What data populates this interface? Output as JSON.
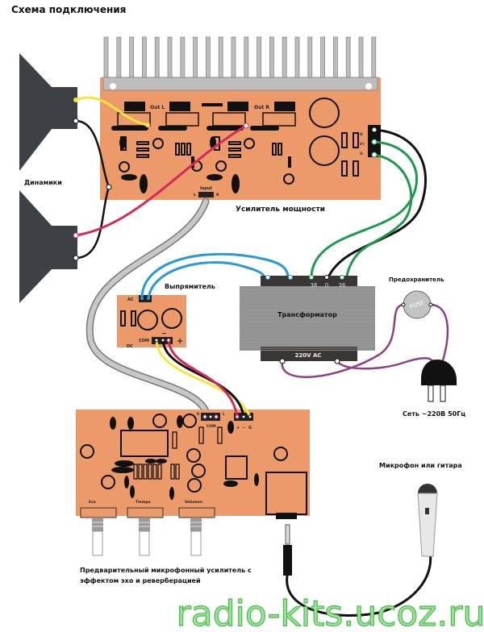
{
  "title": "Схема подключения",
  "speakers": {
    "label": "Динамики"
  },
  "power_amp": {
    "label": "Усилитель мощности",
    "out_left": "Out L",
    "out_right": "Out R",
    "input_label": "Input",
    "input_l": "L",
    "input_r": "R",
    "terminal_g": "G",
    "terminal_vplus": "V+",
    "terminal_vminus": "V-"
  },
  "rectifier": {
    "label": "Выпрямитель",
    "ac": "AC",
    "dc": "DC",
    "com": "COM",
    "minus": "−",
    "plus": "+"
  },
  "transformer": {
    "label": "Трансформатор",
    "secondary": [
      "36",
      "0",
      "36"
    ],
    "primary": "220V AC"
  },
  "fuse": {
    "label": "Предохранитель",
    "glyph": "FUSE"
  },
  "mains": {
    "label": "Сеть ~220В 50Гц"
  },
  "preamp": {
    "label_line1": "Предварительный микрофонный усилитель с",
    "label_line2": "эффектом эхо и реверберацией",
    "knobs": [
      "Eco",
      "Tiempo",
      "Volumen"
    ],
    "input_r": "R",
    "input_l": "L",
    "com": "COM",
    "plus": "+",
    "minus": "−",
    "g": "G"
  },
  "microphone": {
    "label": "Микрофон или гитара"
  },
  "watermark": "radio-kits.ucoz.ru",
  "colors": {
    "pcb": "#ec9a6a",
    "heatsink": "#bdbdbd",
    "speaker": "#3d4145",
    "transformer": "#8a8a8a",
    "wire_yellow": "#f6e53a",
    "wire_red": "#d42a5a",
    "wire_black": "#111111",
    "wire_green": "#1f9a4a",
    "wire_blue": "#2a9ad4",
    "wire_purple": "#8e3f86",
    "cable_gray": "#b3b3b3",
    "watermark": "#9be59b"
  }
}
